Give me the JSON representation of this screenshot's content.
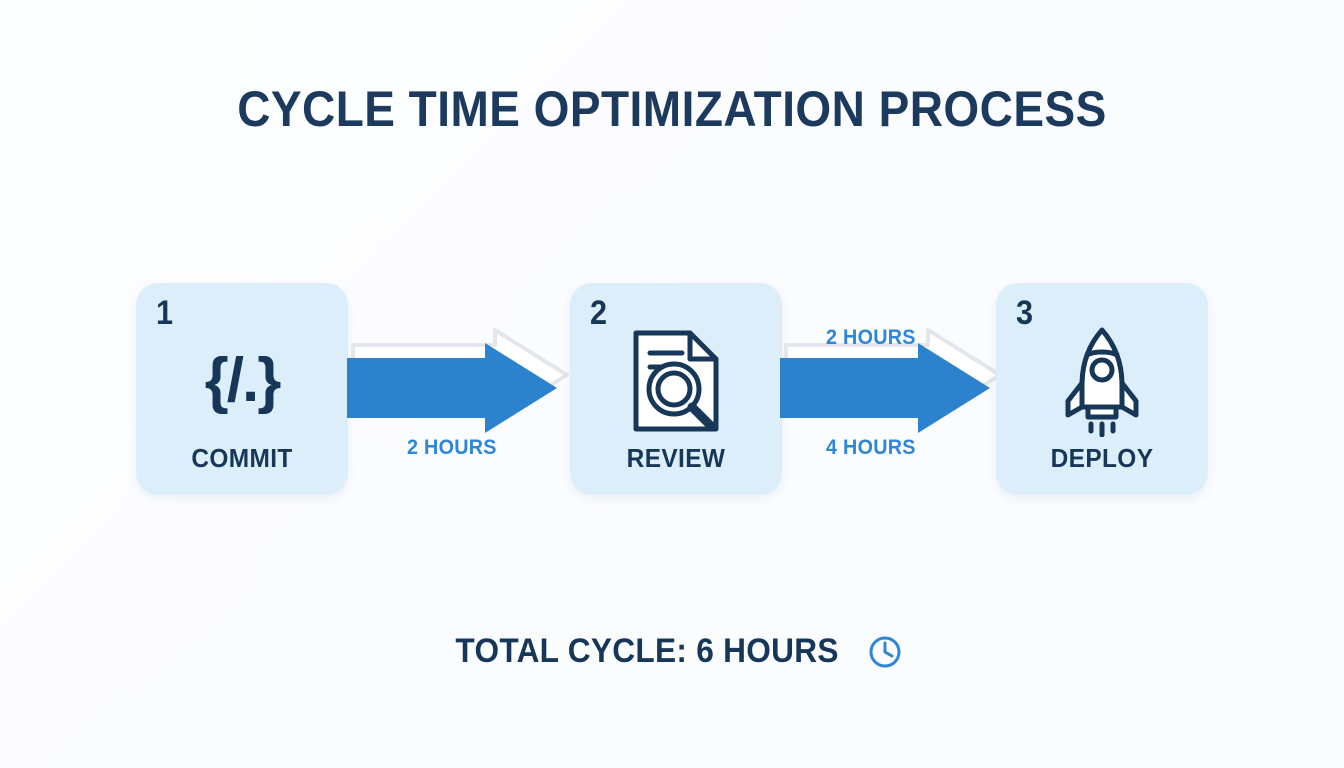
{
  "page": {
    "title": "CYCLE TIME OPTIMIZATION PROCESS",
    "background_color": "#fdfdff"
  },
  "colors": {
    "navy": "#163758",
    "accent_blue": "#2e86d6",
    "arrow_blue": "#2d82ce",
    "card_bg": "#ddeefb",
    "outline_gray": "#e3e6ea"
  },
  "steps": [
    {
      "number": "1",
      "label": "COMMIT",
      "icon": "code-brackets-icon",
      "icon_glyph": "{/.}"
    },
    {
      "number": "2",
      "label": "REVIEW",
      "icon": "document-magnifier-icon",
      "icon_glyph": ""
    },
    {
      "number": "3",
      "label": "DEPLOY",
      "icon": "rocket-icon",
      "icon_glyph": ""
    }
  ],
  "arrows": [
    {
      "name": "arrow-commit-to-review",
      "caption_above": "",
      "caption_below": "2 HOURS"
    },
    {
      "name": "arrow-review-to-deploy",
      "caption_above": "2 HOURS",
      "caption_below": "4 HOURS"
    }
  ],
  "footer": {
    "text": "TOTAL CYCLE: 6 HOURS",
    "icon": "clock-icon"
  },
  "chart_data": {
    "type": "diagram",
    "title": "CYCLE TIME OPTIMIZATION PROCESS",
    "stages": [
      "COMMIT",
      "REVIEW",
      "DEPLOY"
    ],
    "transitions": [
      {
        "from": "COMMIT",
        "to": "REVIEW",
        "labels": [
          "2 HOURS"
        ],
        "hours": 2
      },
      {
        "from": "REVIEW",
        "to": "DEPLOY",
        "labels": [
          "2 HOURS",
          "4 HOURS"
        ],
        "hours": 4
      }
    ],
    "total_hours": 6,
    "total_label": "TOTAL CYCLE: 6 HOURS"
  }
}
